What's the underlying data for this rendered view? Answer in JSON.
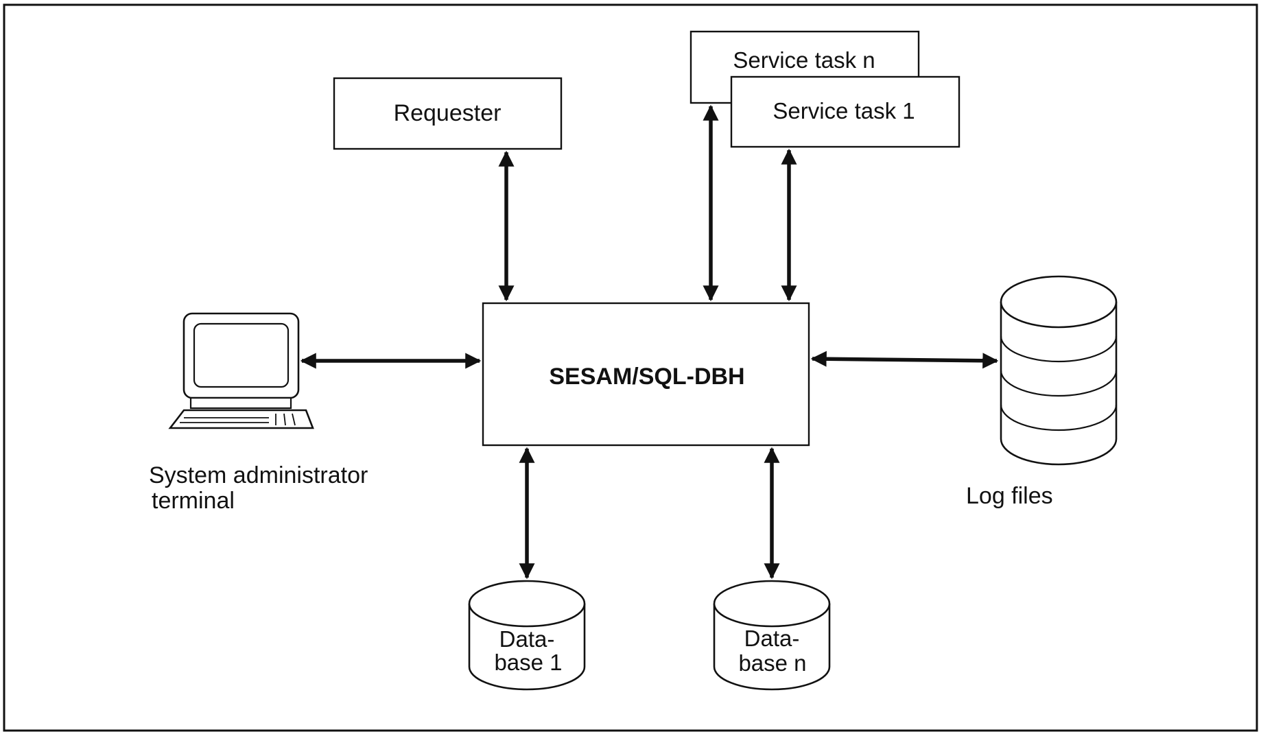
{
  "diagram": {
    "center": {
      "label": "SESAM/SQL-DBH"
    },
    "requester": {
      "label": "Requester"
    },
    "service_task_n": {
      "label": "Service task n"
    },
    "service_task_1": {
      "label": "Service task 1"
    },
    "terminal": {
      "label_line1": "System administrator",
      "label_line2": "terminal"
    },
    "log_files": {
      "label": "Log files"
    },
    "database_1": {
      "label_line1": "Data-",
      "label_line2": "base 1"
    },
    "database_n": {
      "label_line1": "Data-",
      "label_line2": "base n"
    }
  },
  "colors": {
    "stroke": "#111111",
    "background": "#ffffff"
  }
}
